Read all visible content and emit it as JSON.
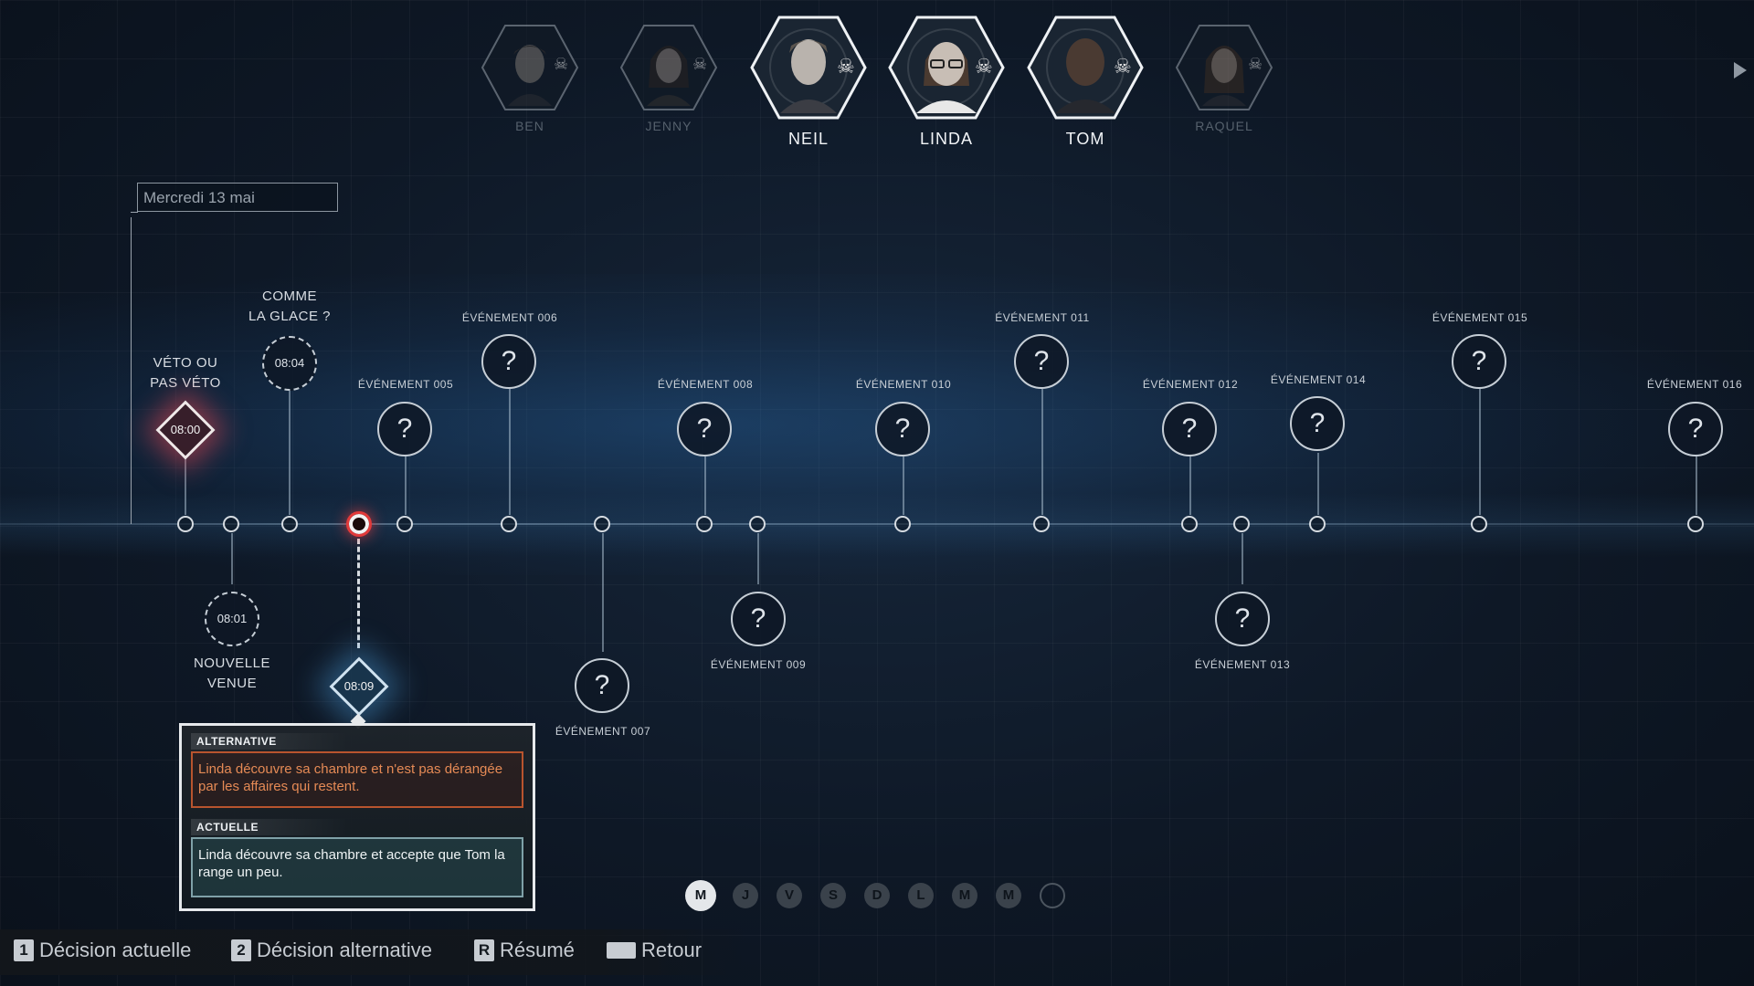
{
  "characters": [
    {
      "name": "BEN",
      "active": false
    },
    {
      "name": "JENNY",
      "active": false
    },
    {
      "name": "NEIL",
      "active": true
    },
    {
      "name": "LINDA",
      "active": true
    },
    {
      "name": "TOM",
      "active": true
    },
    {
      "name": "RAQUEL",
      "active": false
    }
  ],
  "date": "Mercredi 13 mai",
  "branches": {
    "veto": {
      "line1": "VÉTO OU",
      "line2": "PAS VÉTO",
      "time": "08:00"
    },
    "glace": {
      "line1": "COMME",
      "line2": "LA GLACE ?",
      "time": "08:04"
    },
    "venue": {
      "line1": "NOUVELLE",
      "line2": "VENUE",
      "time": "08:01"
    },
    "current": {
      "time": "08:09"
    }
  },
  "events": {
    "e005": "ÉVÉNEMENT 005",
    "e006": "ÉVÉNEMENT 006",
    "e007": "ÉVÉNEMENT 007",
    "e008": "ÉVÉNEMENT 008",
    "e009": "ÉVÉNEMENT 009",
    "e010": "ÉVÉNEMENT 010",
    "e011": "ÉVÉNEMENT 011",
    "e012": "ÉVÉNEMENT 012",
    "e013": "ÉVÉNEMENT 013",
    "e014": "ÉVÉNEMENT 014",
    "e015": "ÉVÉNEMENT 015",
    "e016": "ÉVÉNEMENT 016",
    "unknown": "?"
  },
  "decision": {
    "alt_title": "ALTERNATIVE",
    "alt_text": "Linda découvre sa chambre et n'est pas dérangée par les affaires qui restent.",
    "cur_title": "ACTUELLE",
    "cur_text": "Linda découvre sa chambre et accepte que Tom la range un peu."
  },
  "days": [
    "M",
    "J",
    "V",
    "S",
    "D",
    "L",
    "M",
    "M"
  ],
  "hints": [
    {
      "key": "1",
      "label": "Décision actuelle"
    },
    {
      "key": "2",
      "label": "Décision alternative"
    },
    {
      "key": "R",
      "label": "Résumé"
    },
    {
      "key": "",
      "label": "Retour"
    }
  ],
  "colors": {
    "active_node": "#e23a3a",
    "alt_border": "#b8542e",
    "cur_border": "#7fa1a8"
  }
}
